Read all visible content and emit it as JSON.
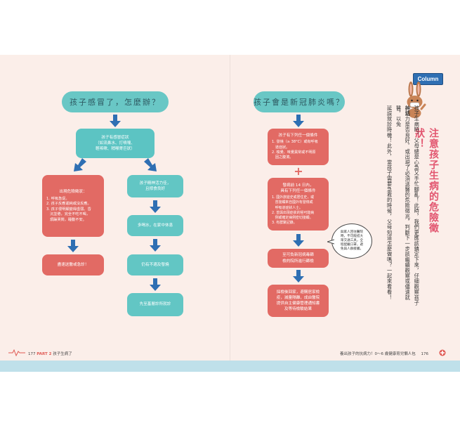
{
  "left_flow": {
    "title": "孩子感冒了，怎麼辦？",
    "symptoms": "孩子有感冒症狀\n（如流鼻水、打噴嚏、\n輕咳嗽、稍喉寄巨狀）",
    "danger_heading": "出現危險徵狀：",
    "danger_items": "1. 呼吸急促。\n2. 孩子反應遲純或沒反應。\n3. 孩子很明顯變得虛弱、昏\n   沉並倦，完全不吃不喝，\n   煩躁哭鬧，睡動不安。",
    "danger_action": "盡速送醫或急診！",
    "good_state": "孩子精神活力佳，\n且擰食良好",
    "care": "多喝水，在家中休息",
    "observe": "仍有不適及發燒",
    "see_doctor": "先至基層診所就診"
  },
  "right_flow": {
    "title": "孩子會是新冠肺炎嗎？",
    "cond_a_heading": "孩子有下列任一個條件",
    "cond_a_items": "1. 發燒（≥ 38°C）或有呼吸\n   道症狀。\n2. 嗅覺、味覺異常或不明原\n   因之腹瀉。",
    "plus": "+",
    "cond_b_heading": "發病前 14 日內，\n具有下列任一個條件",
    "cond_b_items": "1. 國外旅遊史或居住史，或\n   曾接觸來自國外有發燒或\n   呼吸道症狀人士。\n2. 曾與出現症狀的極可能病\n   例或確定病例密切接觸。\n3. 有群聚記錄。",
    "action": "至可負新冠病毒篩\n檢的院所進行篩檢",
    "follow_up": "採檢後回家，避購居家檢\n疫，減量隔離，成由醫院\n提供自主健康管理通知書\n及等待檢驗結果",
    "bubble_note": "與家人回往醫院\n時，不可能搭大\n眾交通工具，全\n程配戴口罩，避\n免與人群接觸。"
  },
  "column": {
    "badge": "Column",
    "title": "注意孩子生病的危險徵狀！",
    "body": [
      "孩子生病時，父母總是心急又手忙腳亂！此時，我們更應該鎮定下來，仔細觀察孩子的精",
      "神活力是否良好，或出現了必須送醫的危險徵兆，判斷下一步該繼續觀察或儘速就醫，以免",
      "延誤就診時機！此外，當孩子需要急救的時候，父母知道怎麼做嗎？一起來看看！"
    ]
  },
  "footer": {
    "left_page": "177",
    "left_part": "PART 2",
    "left_title": "孩子生病了",
    "right_title": "養出孩子的抗病力！0～6 歲健康育兒懶人包",
    "right_page": "176"
  },
  "colors": {
    "teal": "#5cc4c3",
    "red": "#e26a64",
    "arrow_blue": "#2f6fb3",
    "page": "#fbeee9",
    "accent_pink": "#e2556f"
  }
}
